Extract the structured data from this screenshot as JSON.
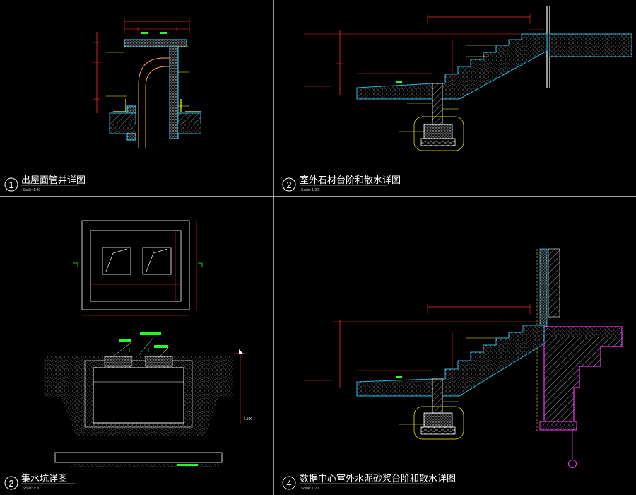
{
  "colors": {
    "background": "#000000",
    "frame": "#ffffff",
    "dimension": "#ff2a2a",
    "concrete": "#cfcfcf",
    "wall_outline": "#2bb6e0",
    "leader": "#ffff00",
    "text_label": "#ffff00",
    "accent_green": "#22ff22",
    "pipe": "#ff9966",
    "magenta": "#ff33ff"
  },
  "panels": [
    {
      "number": "1",
      "title": "出屋面管井详图",
      "scale": "Scale: 1:20"
    },
    {
      "number": "2",
      "title": "室外石材台阶和散水详图",
      "scale": "Scale: 1:20"
    },
    {
      "number": "2",
      "title": "集水坑详图",
      "scale": "Scale: 1:20"
    },
    {
      "number": "4",
      "title": "数据中心室外水泥砂浆台阶和散水详图",
      "scale": "Scale: 1:20"
    }
  ],
  "sump": {
    "depth_label": "-1.500"
  }
}
